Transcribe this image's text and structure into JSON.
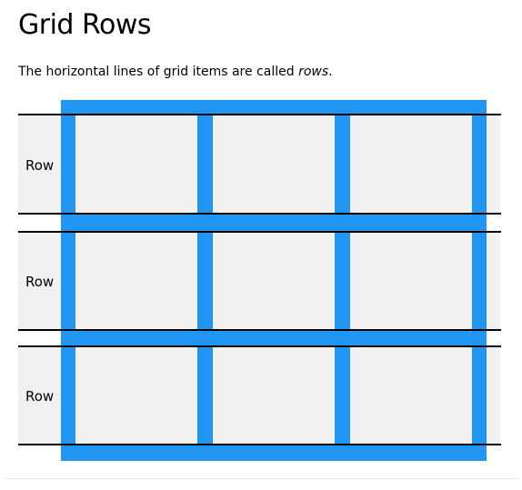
{
  "page": {
    "title": "Grid Rows",
    "intro_before": "The horizontal lines of grid items are called ",
    "intro_em": "rows",
    "intro_after": "."
  },
  "diagram": {
    "rows": [
      {
        "label": "Row"
      },
      {
        "label": "Row"
      },
      {
        "label": "Row"
      }
    ],
    "columns": 3,
    "colors": {
      "grid": "#2196f3",
      "cell": "#f1f1f1",
      "line": "#000000"
    }
  }
}
